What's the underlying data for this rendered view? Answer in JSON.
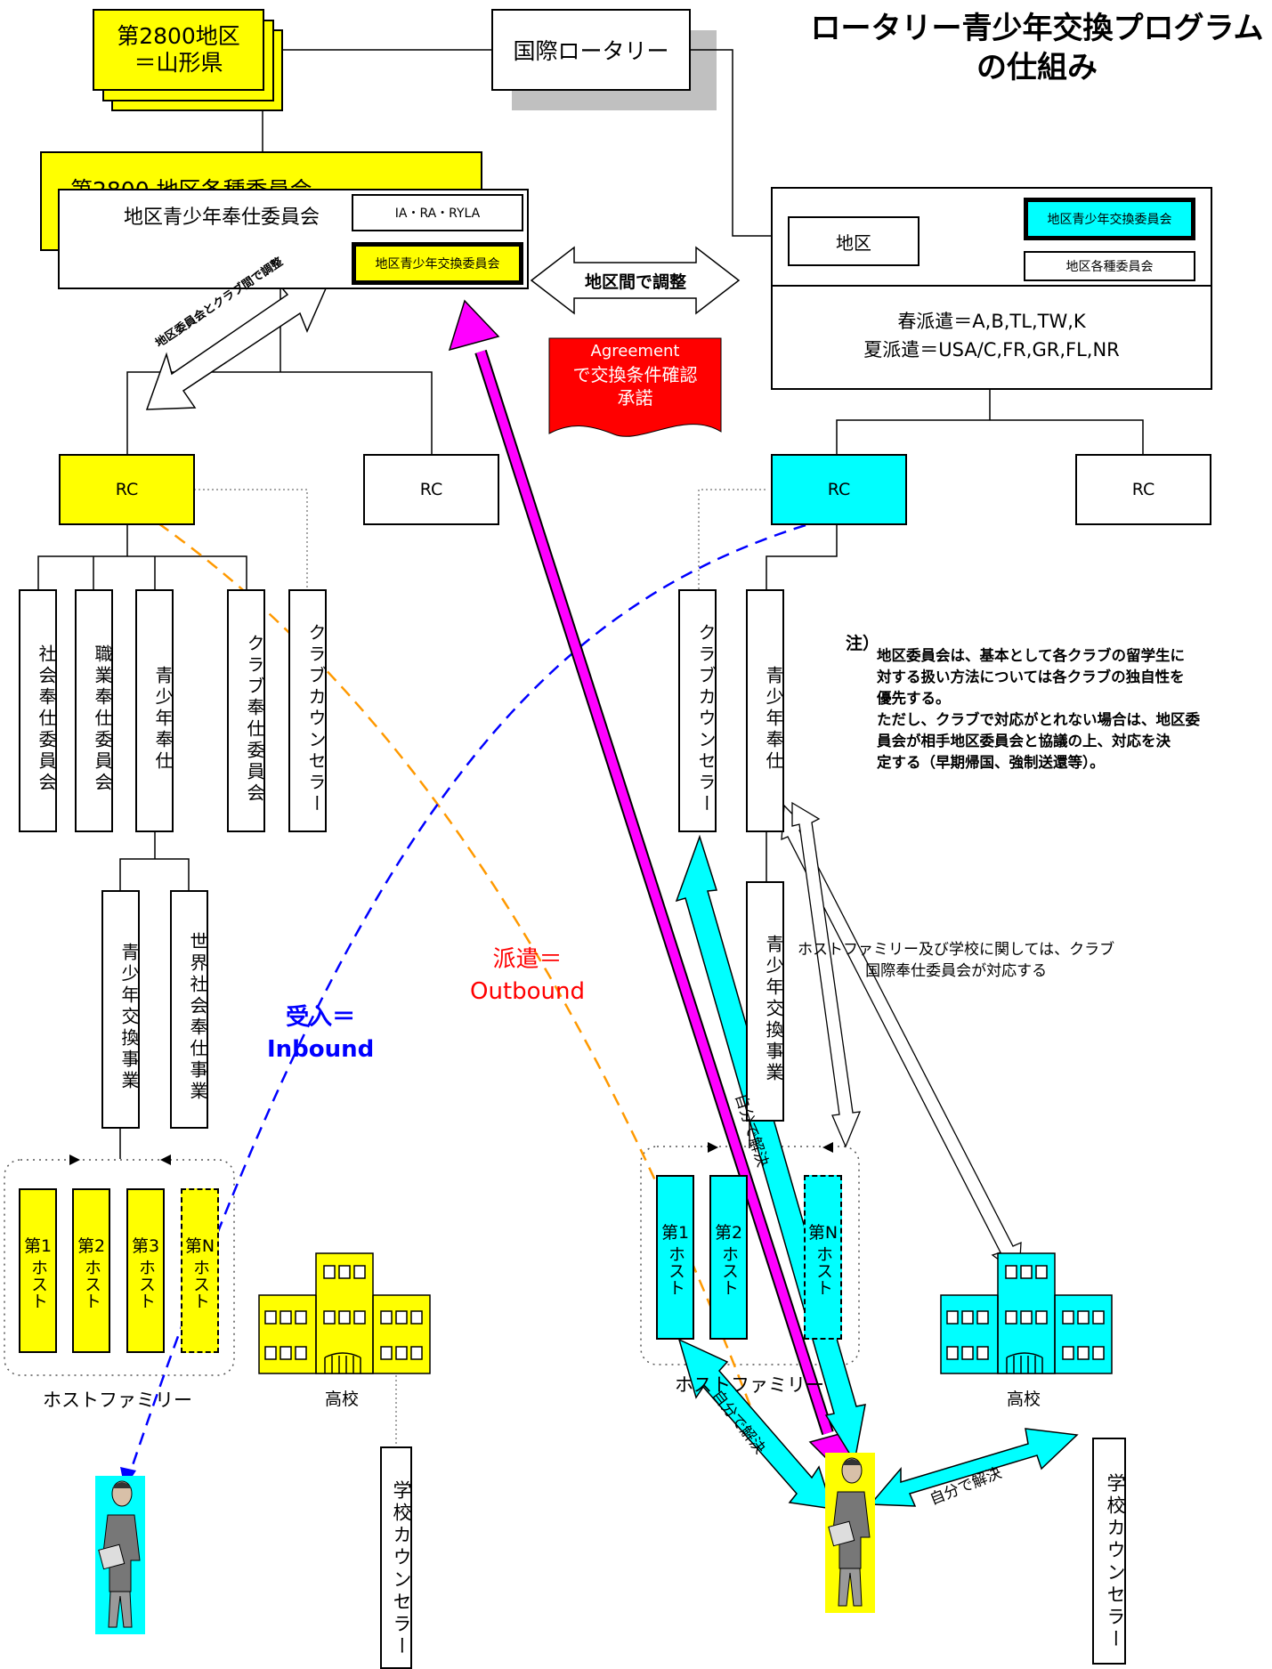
{
  "title": {
    "line1": "ロータリー青少年交換プログラム",
    "line2": "の仕組み"
  },
  "district": {
    "line1": "第2800地区",
    "line2": "＝山形県"
  },
  "rotary_international": "国際ロータリー",
  "left_committee": {
    "back_label": "第2800 地区各種委員会",
    "main_label": "地区青少年奉仕委員会",
    "ia_ra_ryla": "IA・RA・RYLA",
    "exchange_committee": "地区青少年交換委員会"
  },
  "right_district": {
    "district": "地区",
    "exchange_committee": "地区青少年交換委員会",
    "other_committees": "地区各種委員会",
    "spring": "春派遣＝A,B,TL,TW,K",
    "summer": "夏派遣＝USA/C,FR,GR,FL,NR"
  },
  "coordination_arrow": "地区間で調整",
  "agreement": {
    "line1": "Agreement",
    "line2": "で交換条件確認",
    "line3": "承諾"
  },
  "diag_arrow": "地区委員会とクラブ間で調整",
  "rc_label": "RC",
  "left_committees": [
    "社会奉仕委員会",
    "職業奉仕委員会",
    "青少年奉仕",
    "クラブ奉仕委員会",
    "クラブカウンセラー"
  ],
  "left_sub": [
    "青少年交換事業",
    "世界社会奉仕事業"
  ],
  "right_committees": [
    "クラブカウンセラー",
    "青少年奉仕",
    "青少年交換事業"
  ],
  "hosts": [
    {
      "line1": "第1",
      "line2": "ホスト"
    },
    {
      "line1": "第2",
      "line2": "ホスト"
    },
    {
      "line1": "第3",
      "line2": "ホスト"
    },
    {
      "line1": "第N",
      "line2": "ホスト"
    }
  ],
  "right_hosts": [
    {
      "line1": "第1",
      "line2": "ホスト"
    },
    {
      "line1": "第2",
      "line2": "ホスト"
    },
    {
      "line1": "第N",
      "line2": "ホスト"
    }
  ],
  "host_family_label": "ホストファミリー",
  "school_label": "高校",
  "school_counselor": "学校カウンセラー",
  "inbound": {
    "line1": "受入＝",
    "line2": "Inbound"
  },
  "outbound": {
    "line1": "派遣＝",
    "line2": "Outbound"
  },
  "self_solve": "自分で解決",
  "host_school_note": {
    "line1": "ホストファミリー及び学校に関しては、クラブ",
    "line2": "国際奉仕委員会が対応する"
  },
  "note": {
    "heading": "注）",
    "lines": [
      "地区委員会は、基本として各クラブの留学生に",
      "対する扱い方法については各クラブの独自性を",
      "優先する。",
      "ただし、クラブで対応がとれない場合は、地区委",
      "員会が相手地区委員会と協議の上、対応を決",
      "定する（早期帰国、強制送還等）。"
    ]
  },
  "colors": {
    "yellow": "#ffff00",
    "cyan": "#00ffff",
    "magenta": "#ff00ff",
    "red": "#ff0000",
    "blue": "#0000ff",
    "orange": "#ff9900",
    "gray": "#c0c0c0"
  },
  "icons": [
    "person-icon",
    "school-building-icon"
  ]
}
